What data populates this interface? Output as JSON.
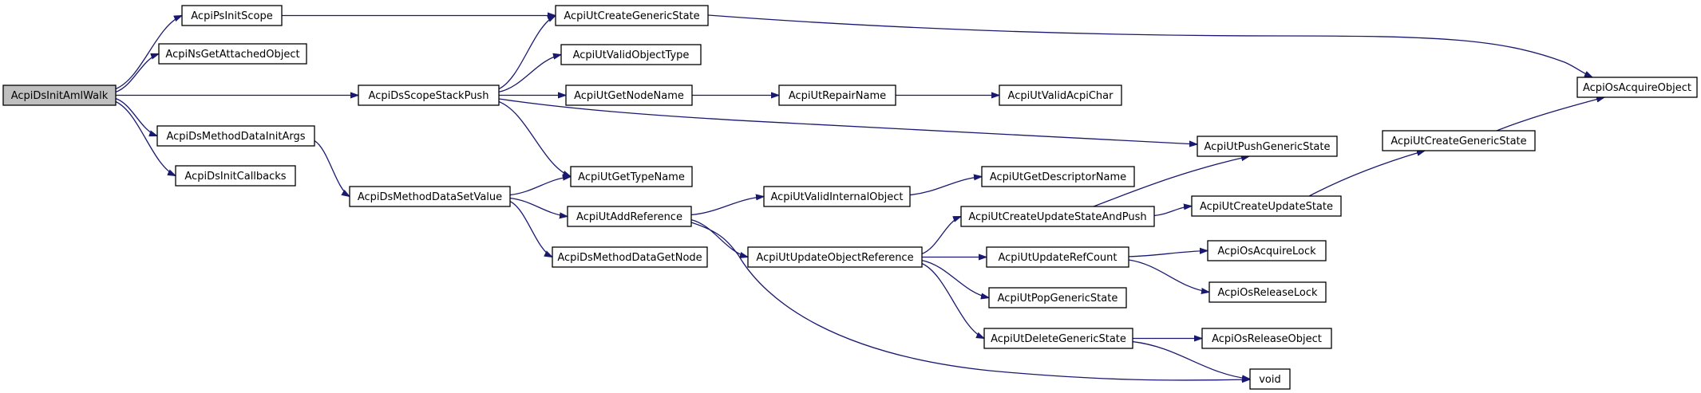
{
  "graph": {
    "root": "AcpiDsInitAmlWalk",
    "nodes": [
      {
        "id": "AcpiDsInitAmlWalk",
        "label": "AcpiDsInitAmlWalk"
      },
      {
        "id": "AcpiPsInitScope",
        "label": "AcpiPsInitScope"
      },
      {
        "id": "AcpiNsGetAttachedObject",
        "label": "AcpiNsGetAttachedObject"
      },
      {
        "id": "AcpiDsScopeStackPush",
        "label": "AcpiDsScopeStackPush"
      },
      {
        "id": "AcpiDsMethodDataInitArgs",
        "label": "AcpiDsMethodDataInitArgs"
      },
      {
        "id": "AcpiDsInitCallbacks",
        "label": "AcpiDsInitCallbacks"
      },
      {
        "id": "AcpiUtCreateGenericState_1",
        "label": "AcpiUtCreateGenericState"
      },
      {
        "id": "AcpiUtValidObjectType",
        "label": "AcpiUtValidObjectType"
      },
      {
        "id": "AcpiUtGetNodeName",
        "label": "AcpiUtGetNodeName"
      },
      {
        "id": "AcpiUtRepairName",
        "label": "AcpiUtRepairName"
      },
      {
        "id": "AcpiUtValidAcpiChar",
        "label": "AcpiUtValidAcpiChar"
      },
      {
        "id": "AcpiOsAcquireObject",
        "label": "AcpiOsAcquireObject"
      },
      {
        "id": "AcpiUtPushGenericState",
        "label": "AcpiUtPushGenericState"
      },
      {
        "id": "AcpiUtCreateGenericState_2",
        "label": "AcpiUtCreateGenericState"
      },
      {
        "id": "AcpiDsMethodDataSetValue",
        "label": "AcpiDsMethodDataSetValue"
      },
      {
        "id": "AcpiUtGetTypeName",
        "label": "AcpiUtGetTypeName"
      },
      {
        "id": "AcpiUtAddReference",
        "label": "AcpiUtAddReference"
      },
      {
        "id": "AcpiDsMethodDataGetNode",
        "label": "AcpiDsMethodDataGetNode"
      },
      {
        "id": "AcpiUtValidInternalObject",
        "label": "AcpiUtValidInternalObject"
      },
      {
        "id": "AcpiUtGetDescriptorName",
        "label": "AcpiUtGetDescriptorName"
      },
      {
        "id": "AcpiUtCreateUpdateStateAndPush",
        "label": "AcpiUtCreateUpdateStateAndPush"
      },
      {
        "id": "AcpiUtCreateUpdateState",
        "label": "AcpiUtCreateUpdateState"
      },
      {
        "id": "AcpiUtUpdateObjectReference",
        "label": "AcpiUtUpdateObjectReference"
      },
      {
        "id": "AcpiUtUpdateRefCount",
        "label": "AcpiUtUpdateRefCount"
      },
      {
        "id": "AcpiOsAcquireLock",
        "label": "AcpiOsAcquireLock"
      },
      {
        "id": "AcpiOsReleaseLock",
        "label": "AcpiOsReleaseLock"
      },
      {
        "id": "AcpiUtPopGenericState",
        "label": "AcpiUtPopGenericState"
      },
      {
        "id": "AcpiUtDeleteGenericState",
        "label": "AcpiUtDeleteGenericState"
      },
      {
        "id": "AcpiOsReleaseObject",
        "label": "AcpiOsReleaseObject"
      },
      {
        "id": "void",
        "label": "void"
      }
    ],
    "edges": [
      {
        "from": "AcpiDsInitAmlWalk",
        "to": "AcpiPsInitScope"
      },
      {
        "from": "AcpiDsInitAmlWalk",
        "to": "AcpiNsGetAttachedObject"
      },
      {
        "from": "AcpiDsInitAmlWalk",
        "to": "AcpiDsScopeStackPush"
      },
      {
        "from": "AcpiDsInitAmlWalk",
        "to": "AcpiDsMethodDataInitArgs"
      },
      {
        "from": "AcpiDsInitAmlWalk",
        "to": "AcpiDsInitCallbacks"
      },
      {
        "from": "AcpiPsInitScope",
        "to": "AcpiUtCreateGenericState_1"
      },
      {
        "from": "AcpiUtCreateGenericState_1",
        "to": "AcpiOsAcquireObject"
      },
      {
        "from": "AcpiDsScopeStackPush",
        "to": "AcpiUtCreateGenericState_1"
      },
      {
        "from": "AcpiDsScopeStackPush",
        "to": "AcpiUtValidObjectType"
      },
      {
        "from": "AcpiDsScopeStackPush",
        "to": "AcpiUtGetNodeName"
      },
      {
        "from": "AcpiDsScopeStackPush",
        "to": "AcpiUtPushGenericState"
      },
      {
        "from": "AcpiDsScopeStackPush",
        "to": "AcpiUtGetTypeName"
      },
      {
        "from": "AcpiUtGetNodeName",
        "to": "AcpiUtRepairName"
      },
      {
        "from": "AcpiUtRepairName",
        "to": "AcpiUtValidAcpiChar"
      },
      {
        "from": "AcpiUtCreateGenericState_2",
        "to": "AcpiOsAcquireObject"
      },
      {
        "from": "AcpiDsMethodDataInitArgs",
        "to": "AcpiDsMethodDataSetValue"
      },
      {
        "from": "AcpiDsMethodDataSetValue",
        "to": "AcpiUtGetTypeName"
      },
      {
        "from": "AcpiDsMethodDataSetValue",
        "to": "AcpiUtAddReference"
      },
      {
        "from": "AcpiDsMethodDataSetValue",
        "to": "AcpiDsMethodDataGetNode"
      },
      {
        "from": "AcpiUtAddReference",
        "to": "AcpiUtValidInternalObject"
      },
      {
        "from": "AcpiUtAddReference",
        "to": "AcpiUtUpdateObjectReference"
      },
      {
        "from": "AcpiUtAddReference",
        "to": "void"
      },
      {
        "from": "AcpiUtValidInternalObject",
        "to": "AcpiUtGetDescriptorName"
      },
      {
        "from": "AcpiUtCreateUpdateStateAndPush",
        "to": "AcpiUtPushGenericState"
      },
      {
        "from": "AcpiUtCreateUpdateStateAndPush",
        "to": "AcpiUtCreateUpdateState"
      },
      {
        "from": "AcpiUtCreateUpdateState",
        "to": "AcpiUtCreateGenericState_2"
      },
      {
        "from": "AcpiUtUpdateObjectReference",
        "to": "AcpiUtCreateUpdateStateAndPush"
      },
      {
        "from": "AcpiUtUpdateObjectReference",
        "to": "AcpiUtUpdateRefCount"
      },
      {
        "from": "AcpiUtUpdateObjectReference",
        "to": "AcpiUtPopGenericState"
      },
      {
        "from": "AcpiUtUpdateObjectReference",
        "to": "AcpiUtDeleteGenericState"
      },
      {
        "from": "AcpiUtUpdateRefCount",
        "to": "AcpiOsAcquireLock"
      },
      {
        "from": "AcpiUtUpdateRefCount",
        "to": "AcpiOsReleaseLock"
      },
      {
        "from": "AcpiUtDeleteGenericState",
        "to": "AcpiOsReleaseObject"
      },
      {
        "from": "AcpiUtDeleteGenericState",
        "to": "void"
      }
    ]
  },
  "colors": {
    "edge": "#191970",
    "root_fill": "#bfbfbf",
    "node_fill": "#ffffff",
    "node_border": "#000000"
  }
}
